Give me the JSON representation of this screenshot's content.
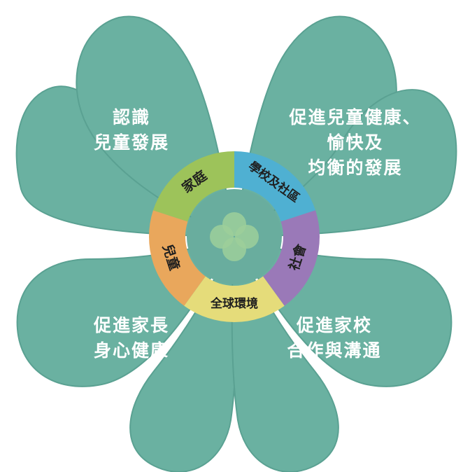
{
  "petals": {
    "top_left": [
      "認識",
      "兒童發展"
    ],
    "top_right": [
      "促進兒童健康、",
      "愉快及",
      "均衡的發展"
    ],
    "bottom_left": [
      "促進家長",
      "身心健康"
    ],
    "bottom_right": [
      "促進家校",
      "合作與溝通"
    ]
  },
  "ring": [
    {
      "label": "兒童",
      "color": "#e9a75c"
    },
    {
      "label": "家庭",
      "color": "#9dc35a"
    },
    {
      "label": "學校及社區",
      "color": "#4fb0d2"
    },
    {
      "label": "社會",
      "color": "#9a79b8"
    },
    {
      "label": "全球環境",
      "color": "#e5dc7a"
    }
  ],
  "colors": {
    "petal": "#6ab1a1",
    "petal_edge": "#5aa192",
    "center": "#69ad9e",
    "clover": "#9ecf9a"
  },
  "center_icon": "clover-icon"
}
